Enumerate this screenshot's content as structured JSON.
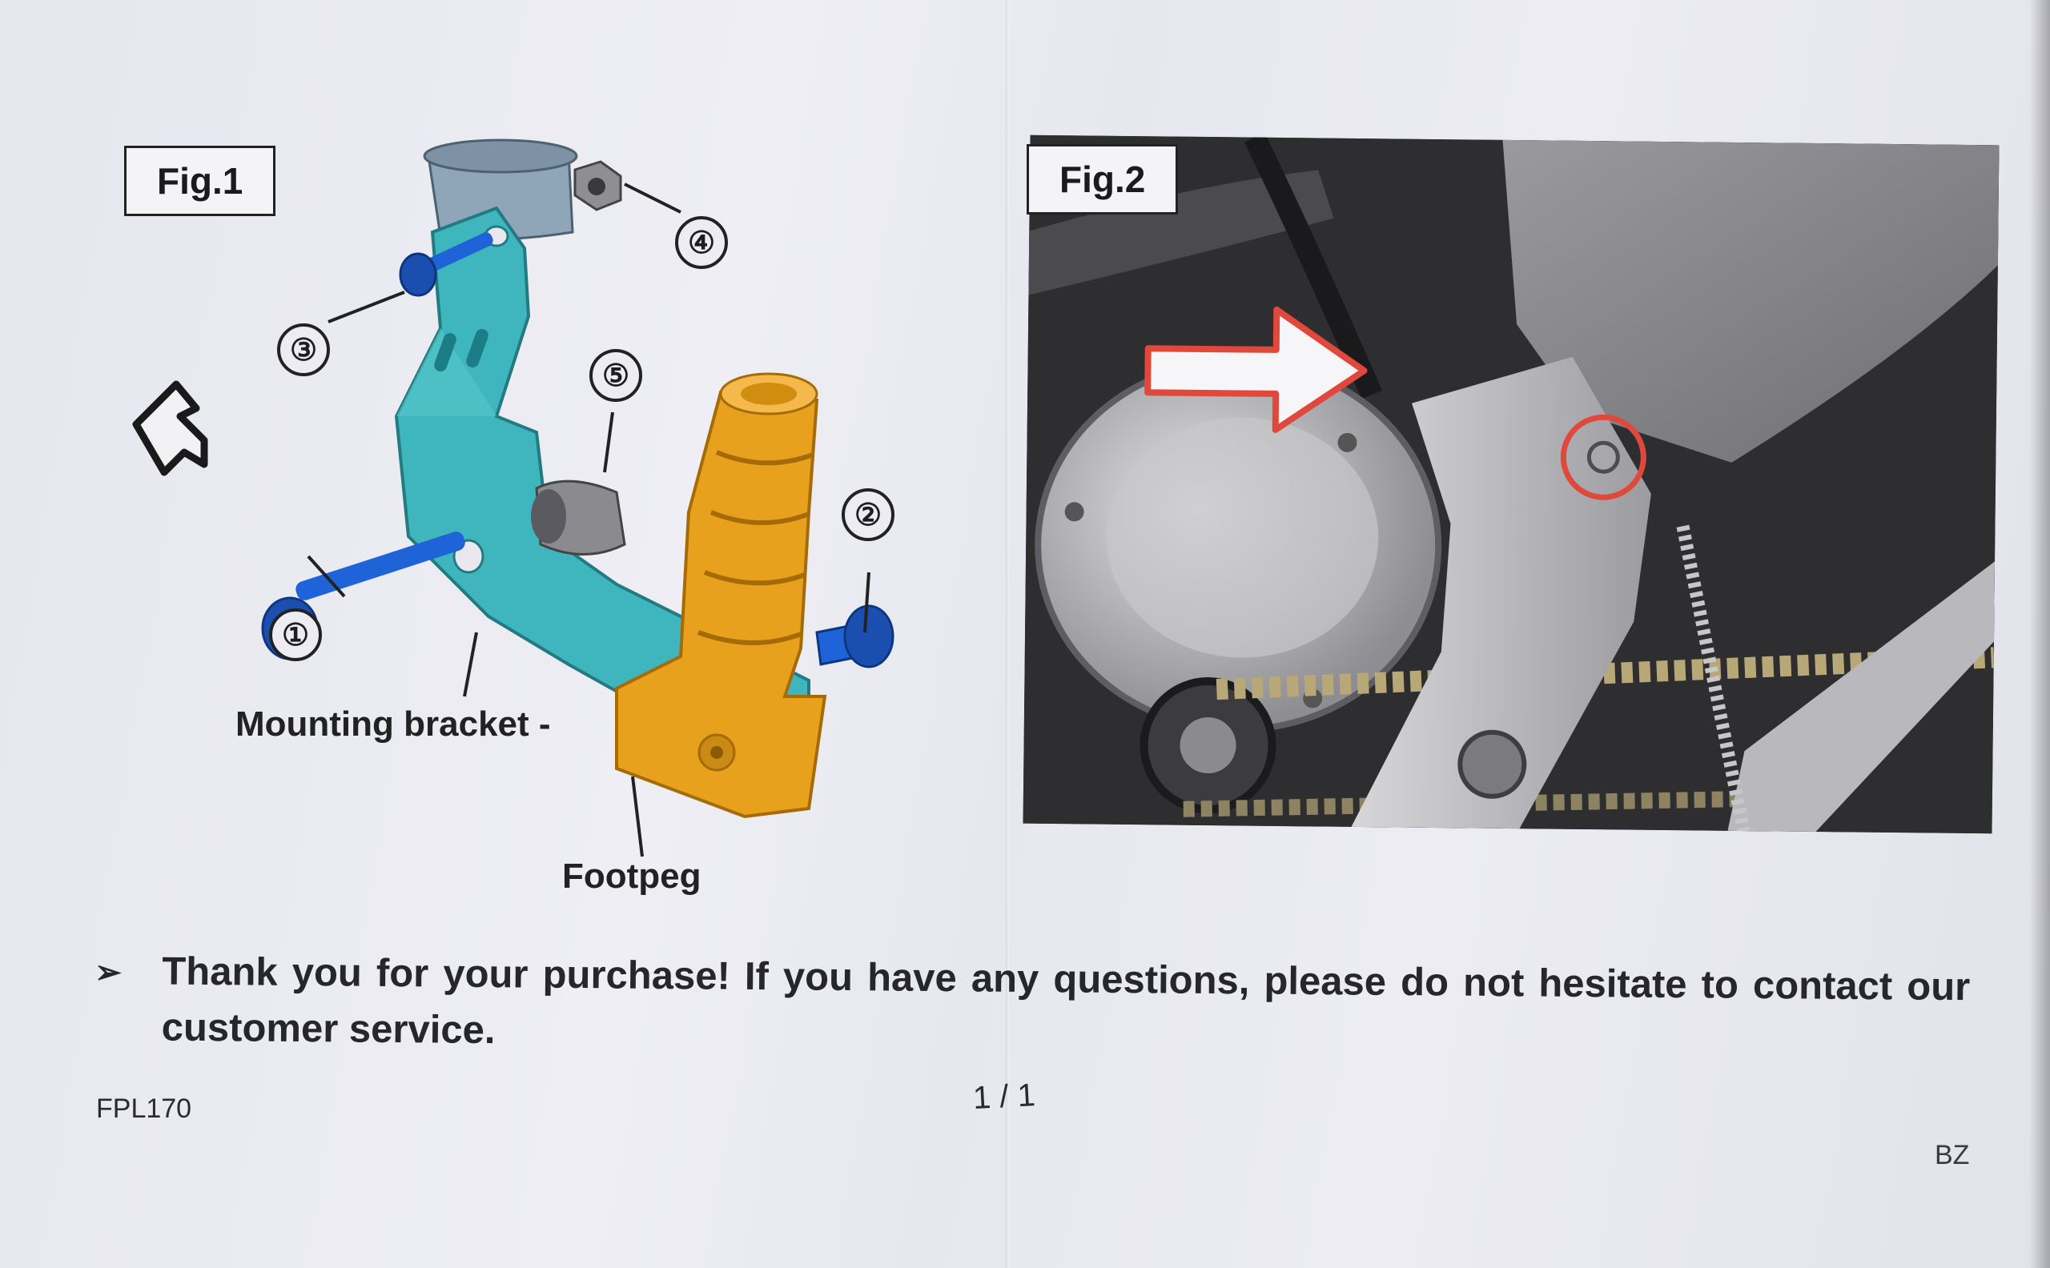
{
  "fig1": {
    "label": "Fig.1",
    "callouts": [
      "①",
      "②",
      "③",
      "④",
      "⑤"
    ],
    "parts": {
      "mounting_bracket": "Mounting bracket -",
      "footpeg": "Footpeg"
    },
    "icons": {
      "direction_arrow": "rotate-arrow-icon"
    },
    "colors": {
      "bracket": "#3fb6bd",
      "footpeg": "#e8a11c",
      "bolt": "#1f63d8",
      "clamp": "#8fa6b8"
    }
  },
  "fig2": {
    "label": "Fig.2",
    "highlight_color": "#e0483c"
  },
  "message": {
    "bullet": "➢",
    "text": "Thank you for your purchase! If you have any questions, please do not hesitate to contact our customer service."
  },
  "footer": {
    "code": "FPL170",
    "page": "1 / 1",
    "initials": "BZ"
  }
}
